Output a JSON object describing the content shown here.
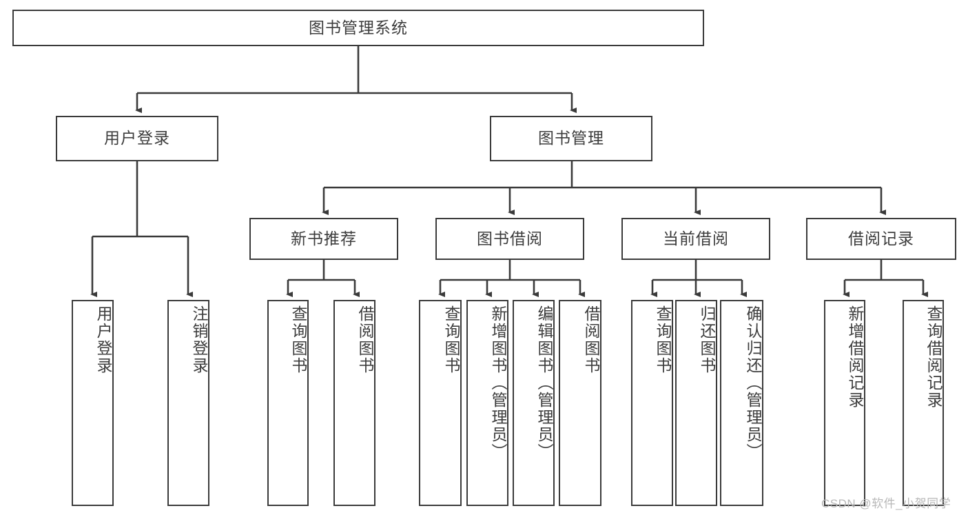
{
  "diagram": {
    "title": "图书管理系统",
    "type": "functional-structure-tree",
    "root": {
      "label": "图书管理系统"
    },
    "level2": [
      {
        "label": "用户登录"
      },
      {
        "label": "图书管理"
      }
    ],
    "level3": [
      {
        "label": "新书推荐"
      },
      {
        "label": "图书借阅"
      },
      {
        "label": "当前借阅"
      },
      {
        "label": "借阅记录"
      }
    ],
    "leaves_user_login": [
      {
        "label": "用户登录"
      },
      {
        "label": "注销登录"
      }
    ],
    "leaves_new_book": [
      {
        "label": "查询图书"
      },
      {
        "label": "借阅图书"
      }
    ],
    "leaves_borrow": [
      {
        "label": "查询图书"
      },
      {
        "label": "新增图书（管理员）"
      },
      {
        "label": "编辑图书（管理员）"
      },
      {
        "label": "借阅图书"
      }
    ],
    "leaves_current": [
      {
        "label": "查询图书"
      },
      {
        "label": "归还图书"
      },
      {
        "label": "确认归还（管理员）"
      }
    ],
    "leaves_records": [
      {
        "label": "新增借阅记录"
      },
      {
        "label": "查询借阅记录"
      }
    ]
  },
  "watermark": {
    "text": "CSDN @软件_小贺同学"
  },
  "colors": {
    "stroke": "#3a3a3a",
    "text": "#3c3c3c",
    "background": "#ffffff",
    "watermark": "#b8b8b8"
  }
}
